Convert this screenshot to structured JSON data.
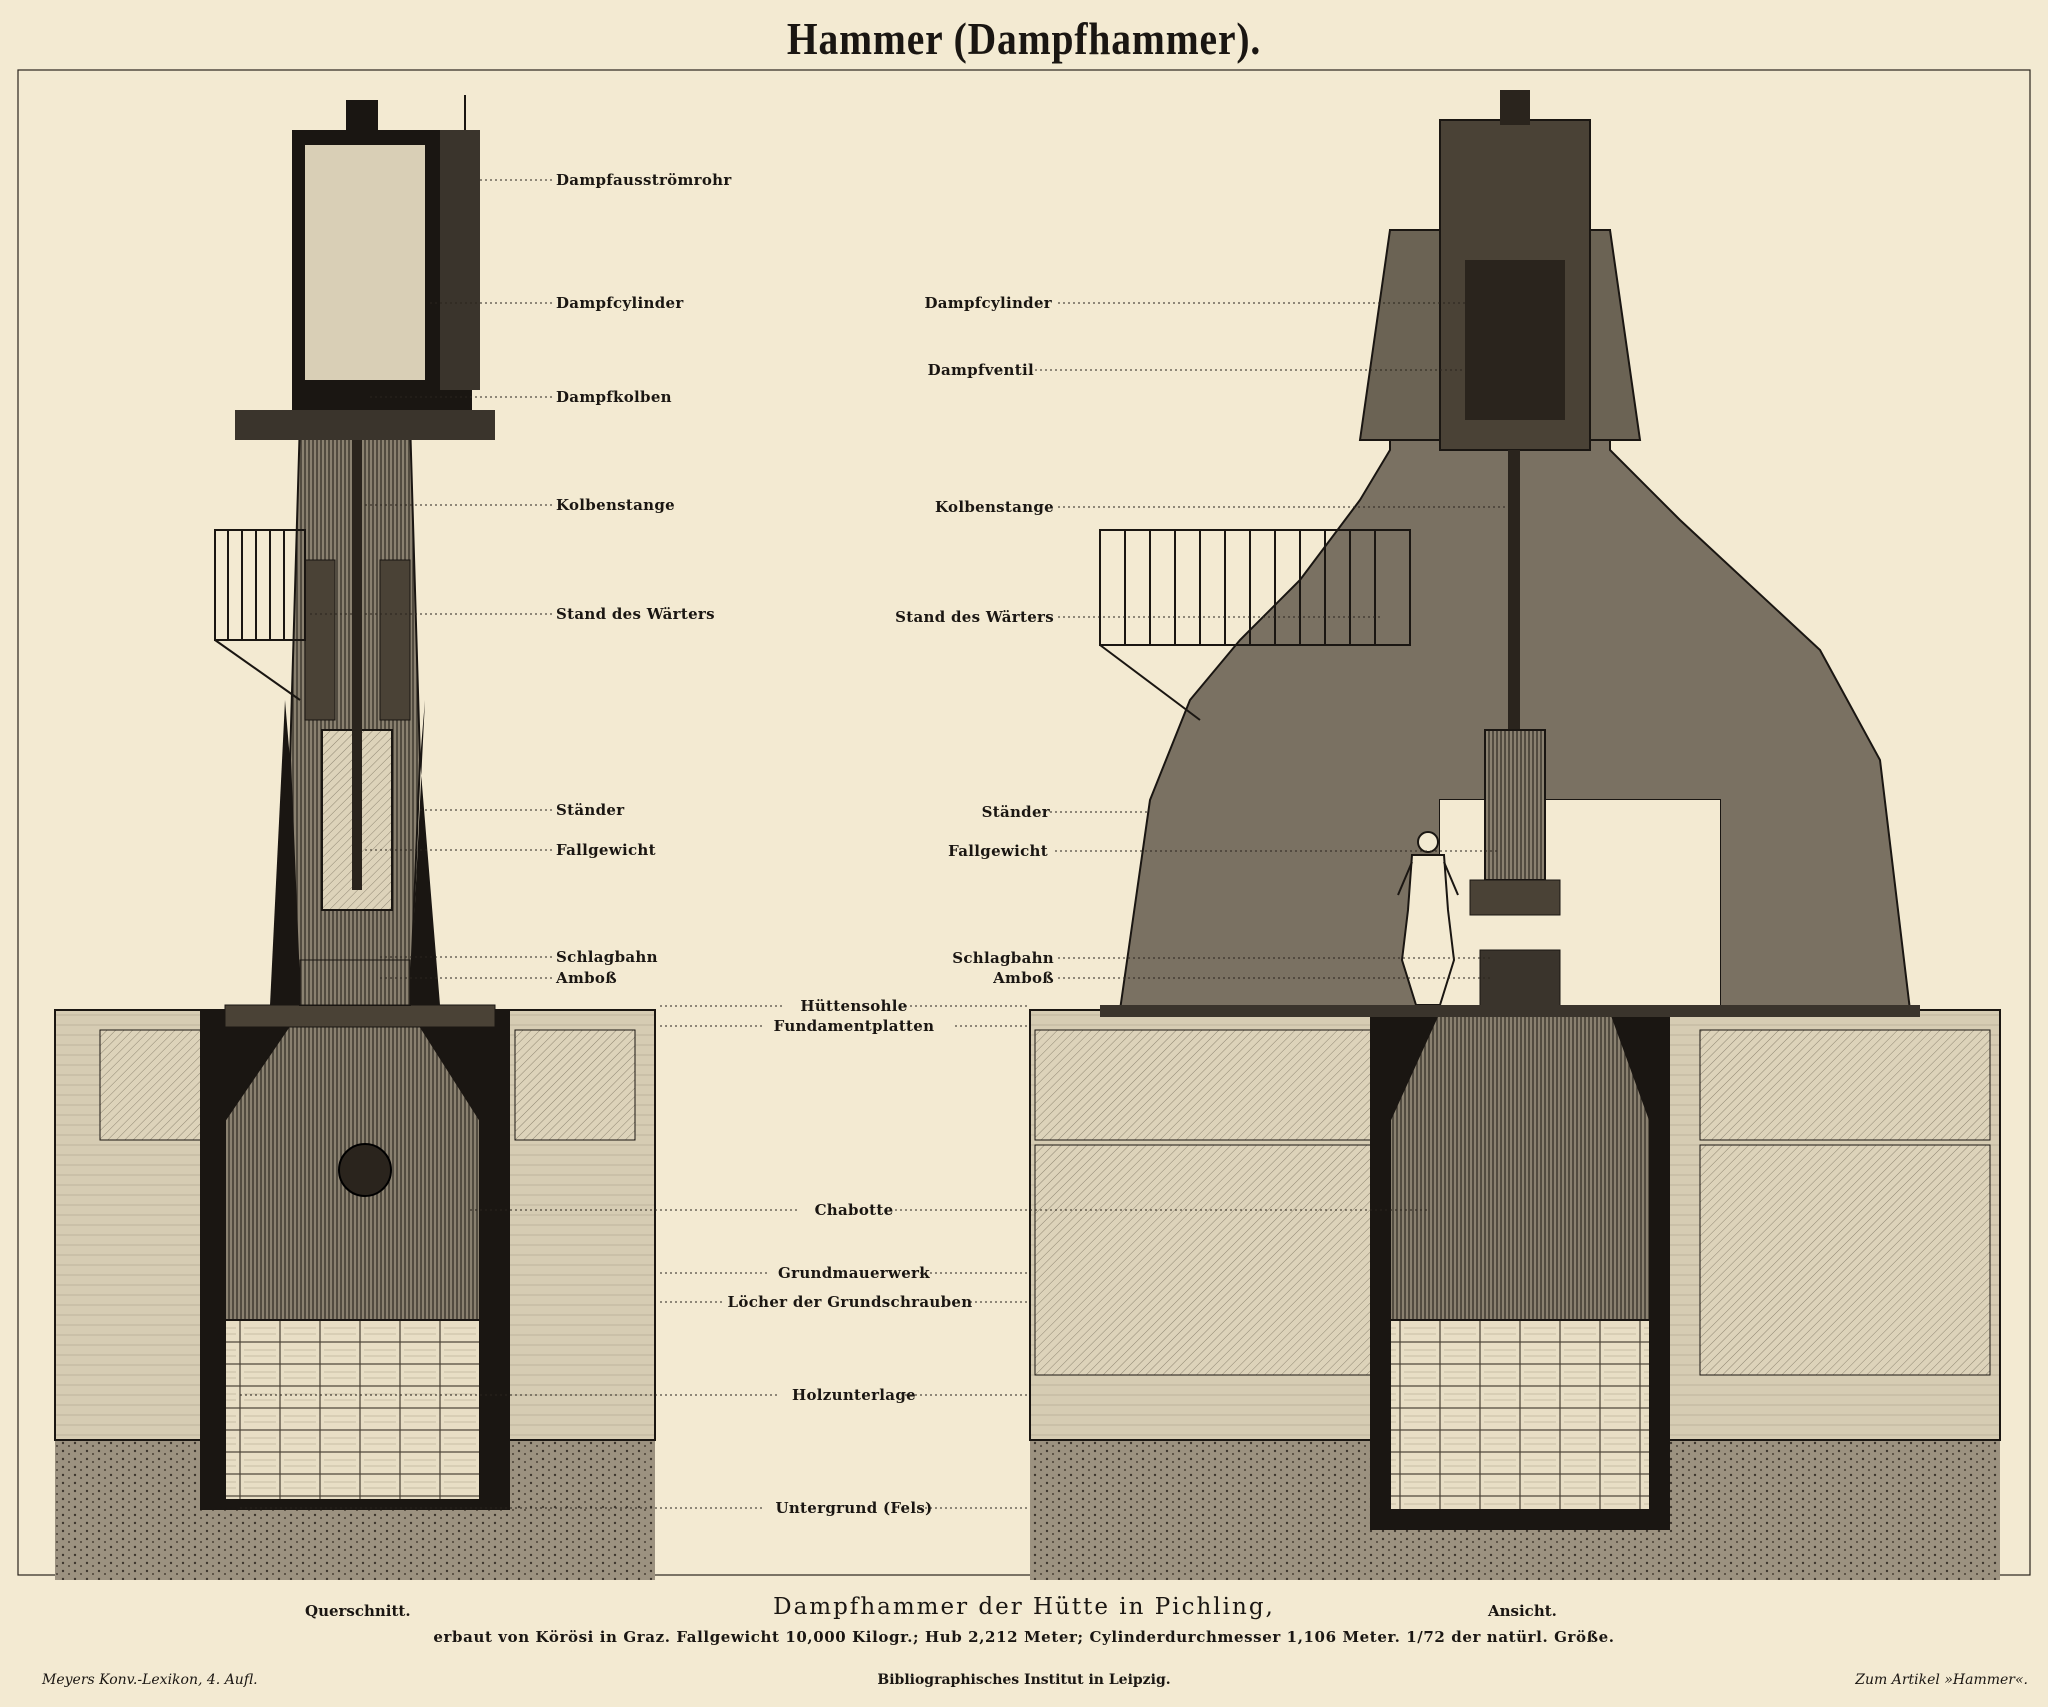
{
  "title": "Hammer (Dampfhammer).",
  "left_labels": {
    "dampfausstroemrohr": "Dampfausströmrohr",
    "dampfcylinder": "Dampfcylinder",
    "dampfkolben": "Dampfkolben",
    "kolbenstange": "Kolbenstange",
    "stand": "Stand des Wärters",
    "staender": "Ständer",
    "fallgewicht": "Fallgewicht",
    "schlagbahn": "Schlagbahn",
    "ambos": "Amboß"
  },
  "right_labels": {
    "dampfcylinder": "Dampfcylinder",
    "dampfventil": "Dampfventil",
    "kolbenstange": "Kolbenstange",
    "stand": "Stand des Wärters",
    "staender": "Ständer",
    "fallgewicht": "Fallgewicht",
    "schlagbahn": "Schlagbahn",
    "ambos": "Amboß"
  },
  "center_labels": {
    "huettensohle": "Hüttensohle",
    "fundamentplatten": "Fundamentplatten",
    "chabotte": "Chabotte",
    "grundmauerwerk": "Grundmauerwerk",
    "loecher": "Löcher der Grundschrauben",
    "holzunterlage": "Holzunterlage",
    "untergrund": "Untergrund (Fels)"
  },
  "views": {
    "left": "Querschnitt.",
    "right": "Ansicht."
  },
  "caption": {
    "main": "Dampfhammer der Hütte in Pichling,",
    "sub": "erbaut von Körösi in Graz.  Fallgewicht 10,000 Kilogr.; Hub 2,212 Meter; Cylinderdurchmesser 1,106 Meter.  1/72 der natürl. Größe."
  },
  "footer": {
    "left": "Meyers Konv.-Lexikon, 4. Aufl.",
    "center": "Bibliographisches Institut in Leipzig.",
    "right": "Zum Artikel »Hammer«."
  },
  "colors": {
    "paper": "#f3ead2",
    "ink": "#1a1612",
    "mid": "#6e6558",
    "light": "#b8ad95",
    "stone": "#cfc5ad"
  }
}
